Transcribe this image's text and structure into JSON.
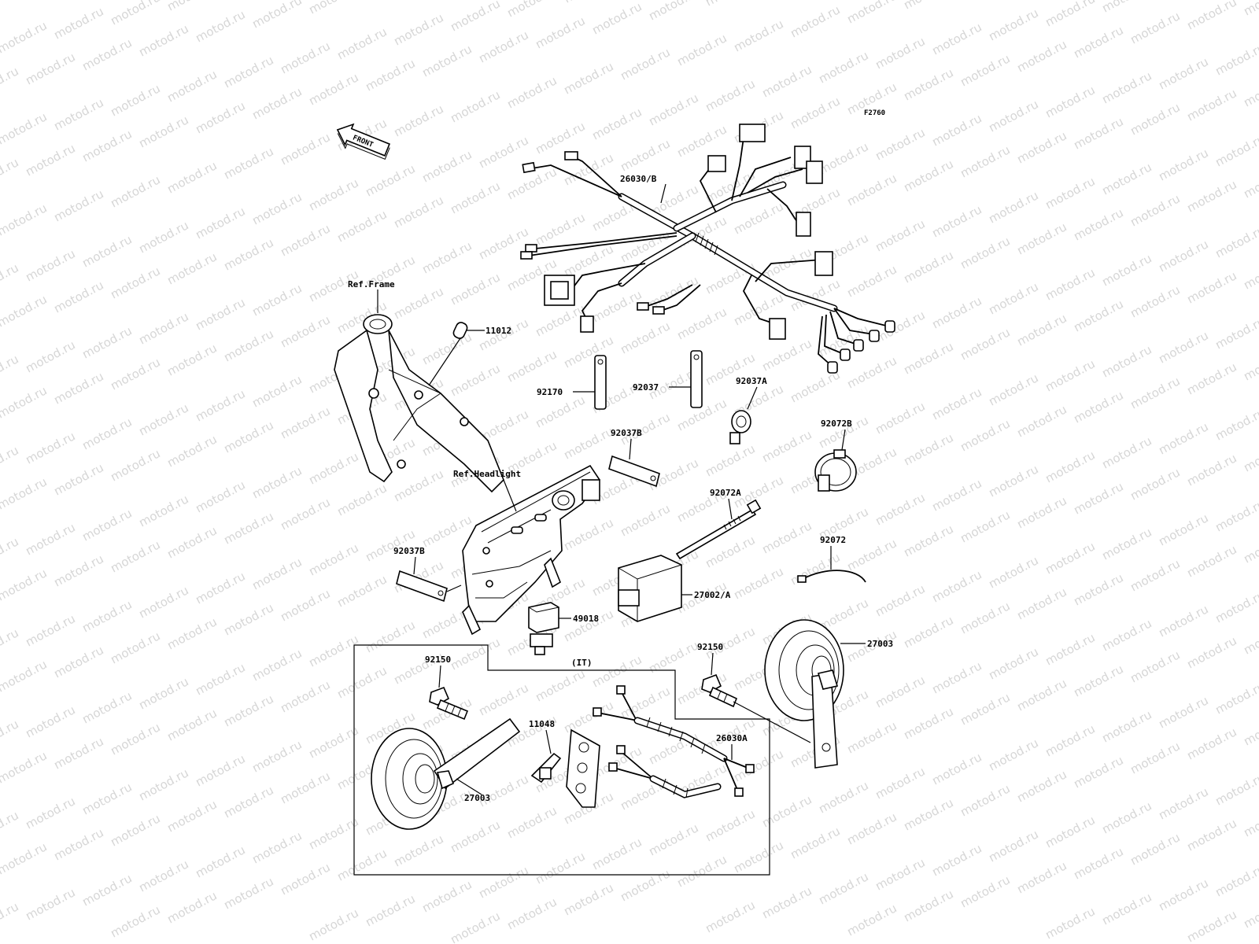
{
  "diagram_code": "F2760",
  "watermark": "motod.ru",
  "front_arrow": {
    "label": "FRONT",
    "icon": "front-arrow-icon"
  },
  "references": {
    "frame": "Ref.Frame",
    "headlight": "Ref.Headlight"
  },
  "group_label": "(IT)",
  "parts": [
    {
      "id": "p-26030b",
      "label": "26030/B",
      "name": "main wiring harness"
    },
    {
      "id": "p-11012",
      "label": "11012",
      "name": "cap"
    },
    {
      "id": "p-92170",
      "label": "92170",
      "name": "clamp"
    },
    {
      "id": "p-92037",
      "label": "92037",
      "name": "clamp"
    },
    {
      "id": "p-92037a",
      "label": "92037A",
      "name": "clamp"
    },
    {
      "id": "p-92037b-top",
      "label": "92037B",
      "name": "clamp"
    },
    {
      "id": "p-92072b",
      "label": "92072B",
      "name": "band"
    },
    {
      "id": "p-92072a",
      "label": "92072A",
      "name": "band"
    },
    {
      "id": "p-92037b-left",
      "label": "92037B",
      "name": "clamp"
    },
    {
      "id": "p-92072",
      "label": "92072",
      "name": "band"
    },
    {
      "id": "p-27002a",
      "label": "27002/A",
      "name": "relay"
    },
    {
      "id": "p-49018",
      "label": "49018",
      "name": "relay"
    },
    {
      "id": "p-92150-left",
      "label": "92150",
      "name": "bolt"
    },
    {
      "id": "p-92150-right",
      "label": "92150",
      "name": "bolt"
    },
    {
      "id": "p-27003-right",
      "label": "27003",
      "name": "horn"
    },
    {
      "id": "p-27003-left",
      "label": "27003",
      "name": "horn"
    },
    {
      "id": "p-11048",
      "label": "11048",
      "name": "bracket"
    },
    {
      "id": "p-26030a",
      "label": "26030A",
      "name": "sub harness"
    }
  ]
}
